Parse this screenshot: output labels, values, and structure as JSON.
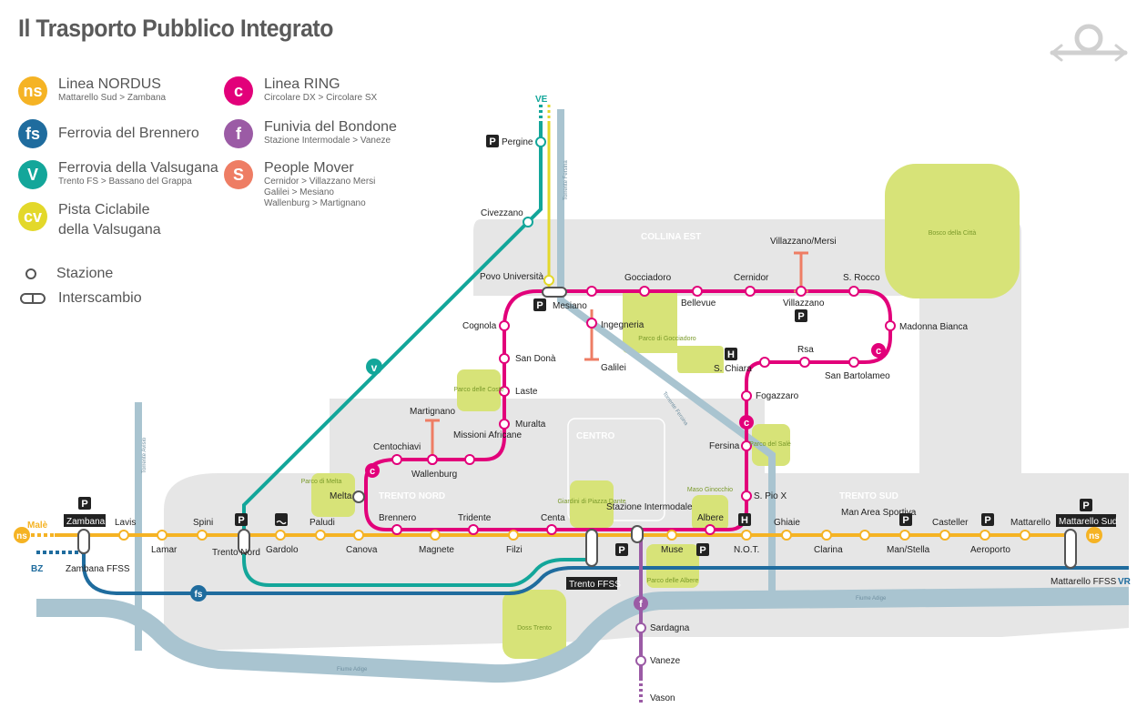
{
  "title": "Il Trasporto Pubblico Integrato",
  "colors": {
    "nordus": "#f5b324",
    "ring": "#e2007a",
    "ferrovia_brennero": "#1f6c9e",
    "valsugana": "#13a69a",
    "ciclabile": "#e3d82a",
    "funivia": "#9b5ba5",
    "people_mover": "#ee7d64",
    "river": "#a9c4d0",
    "area": "#e6e6e6",
    "park": "#d7e378"
  },
  "legend": [
    {
      "badge": "ns",
      "name": "Linea NORDUS",
      "desc": "Mattarello Sud > Zambana",
      "color": "#f5b324"
    },
    {
      "badge": "fs",
      "name": "Ferrovia del Brennero",
      "desc": "",
      "color": "#1f6c9e"
    },
    {
      "badge": "V",
      "name": "Ferrovia della Valsugana",
      "desc": "Trento FS > Bassano del Grappa",
      "color": "#13a69a"
    },
    {
      "badge": "cv",
      "name": "Pista Ciclabile",
      "name2": "della Valsugana",
      "desc": "",
      "color": "#e3d82a"
    },
    {
      "badge": "c",
      "name": "Linea RING",
      "desc": "Circolare DX > Circolare SX",
      "color": "#e2007a"
    },
    {
      "badge": "f",
      "name": "Funivia del Bondone",
      "desc": "Stazione Intermodale > Vaneze",
      "color": "#9b5ba5"
    },
    {
      "badge": "S",
      "name": "People Mover",
      "desc": "Cernidor > Villazzano Mersi",
      "desc2": "Galilei > Mesiano",
      "desc3": "Wallenburg > Martignano",
      "color": "#ee7d64"
    }
  ],
  "legend_symbols": {
    "station": "Stazione",
    "interchange": "Interscambio"
  },
  "areas": {
    "collina_est": "COLLINA EST",
    "centro": "CENTRO",
    "trento_nord": "TRENTO NORD",
    "trento_sud": "TRENTO SUD"
  },
  "parks": {
    "bosco": "Bosco della Città",
    "gocciadoro": "Parco di Gocciadoro",
    "coste": "Parco delle Coste",
    "melta": "Parco di Melta",
    "giardini": "Giardini di Piazza Dante",
    "sale": "Parco del Salè",
    "maso": "Maso Ginocchio",
    "albere": "Parco delle Albere",
    "doss": "Doss Trento"
  },
  "rivers": {
    "adige1": "Fiume Adige",
    "adige2": "Fiume Adige",
    "fersina1": "Torrente Fersina",
    "fersina2": "Torrente Fersina",
    "avisio": "Torrente Avisio"
  },
  "termini": {
    "male": "Malè",
    "bz": "BZ",
    "ve": "VE",
    "vr": "VR"
  },
  "stations": {
    "zambana": "Zambana",
    "lavis": "Lavis",
    "lamar": "Lamar",
    "spini": "Spini",
    "trento_nord": "Trento Nord",
    "gardolo": "Gardolo",
    "paludi": "Paludi",
    "canova": "Canova",
    "brennero": "Brennero",
    "magnete": "Magnete",
    "tridente": "Tridente",
    "filzi": "Filzi",
    "centa": "Centa",
    "stazione_intermodale": "Stazione Intermodale",
    "muse": "Muse",
    "albere": "Albere",
    "not": "N.O.T.",
    "ghiaie": "Ghiaie",
    "clarina": "Clarina",
    "man": "Man Area Sportiva",
    "man_stella": "Man/Stella",
    "casteller": "Casteller",
    "aeroporto": "Aeroporto",
    "mattarello": "Mattarello",
    "mattarello_sud": "Mattarello Sud",
    "zambana_ffss": "Zambana FFSS",
    "trento_ffss": "Trento FFSS",
    "mattarello_ffss": "Mattarello FFSS",
    "pergine": "Pergine",
    "civezzano": "Civezzano",
    "povo": "Povo Università",
    "mesiano": "Mesiano",
    "ingegneria": "Ingegneria",
    "galilei": "Galilei",
    "gocciadoro": "Gocciadoro",
    "bellevue": "Bellevue",
    "cernidor": "Cernidor",
    "villazzano": "Villazzano",
    "villazzano_mersi": "Villazzano/Mersi",
    "s_rocco": "S. Rocco",
    "madonna_bianca": "Madonna Bianca",
    "rsa": "Rsa",
    "san_bartolameo": "San Bartolameo",
    "s_chiara": "S. Chiara",
    "fogazzaro": "Fogazzaro",
    "fersina": "Fersina",
    "s_pio": "S. Pio X",
    "cognola": "Cognola",
    "san_dona": "San Donà",
    "laste": "Laste",
    "muralta": "Muralta",
    "martignano": "Martignano",
    "missioni": "Missioni Africane",
    "centochiavi": "Centochiavi",
    "wallenburg": "Wallenburg",
    "melta": "Melta",
    "sardagna": "Sardagna",
    "vaneze": "Vaneze",
    "vason": "Vason"
  },
  "symbols": {
    "parking": "P",
    "hospital": "H",
    "ring_badge": "c",
    "valsugana_badge": "v",
    "fs_badge": "fs",
    "ns_badge": "ns",
    "funivia_badge": "f",
    "swim_icon": "pool-icon"
  }
}
